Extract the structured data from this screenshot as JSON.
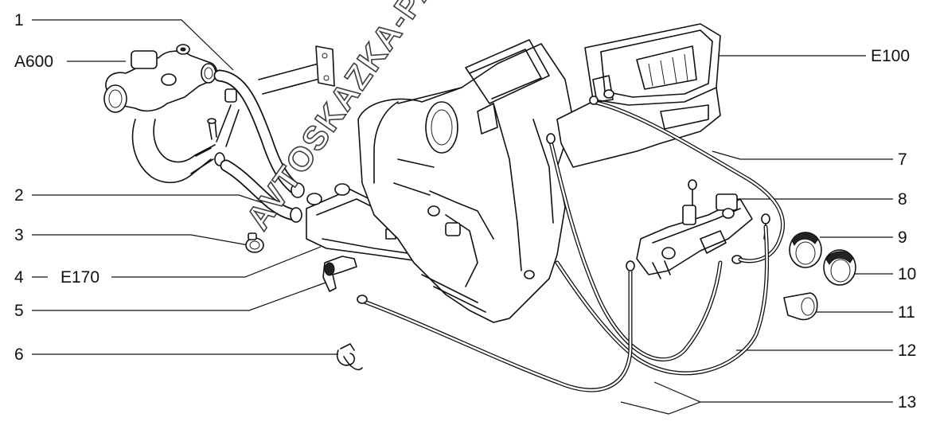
{
  "callouts": {
    "c1": "1",
    "cA600": "A600",
    "c2": "2",
    "c3": "3",
    "c4": "4",
    "cE170": "E170",
    "c5": "5",
    "c6": "6",
    "cE100": "E100",
    "c7": "7",
    "c8": "8",
    "c9": "9",
    "c10": "10",
    "c11": "11",
    "c12": "12",
    "c13": "13"
  },
  "watermark": "AVTOSKAZKA-PARTS.ONLINE"
}
